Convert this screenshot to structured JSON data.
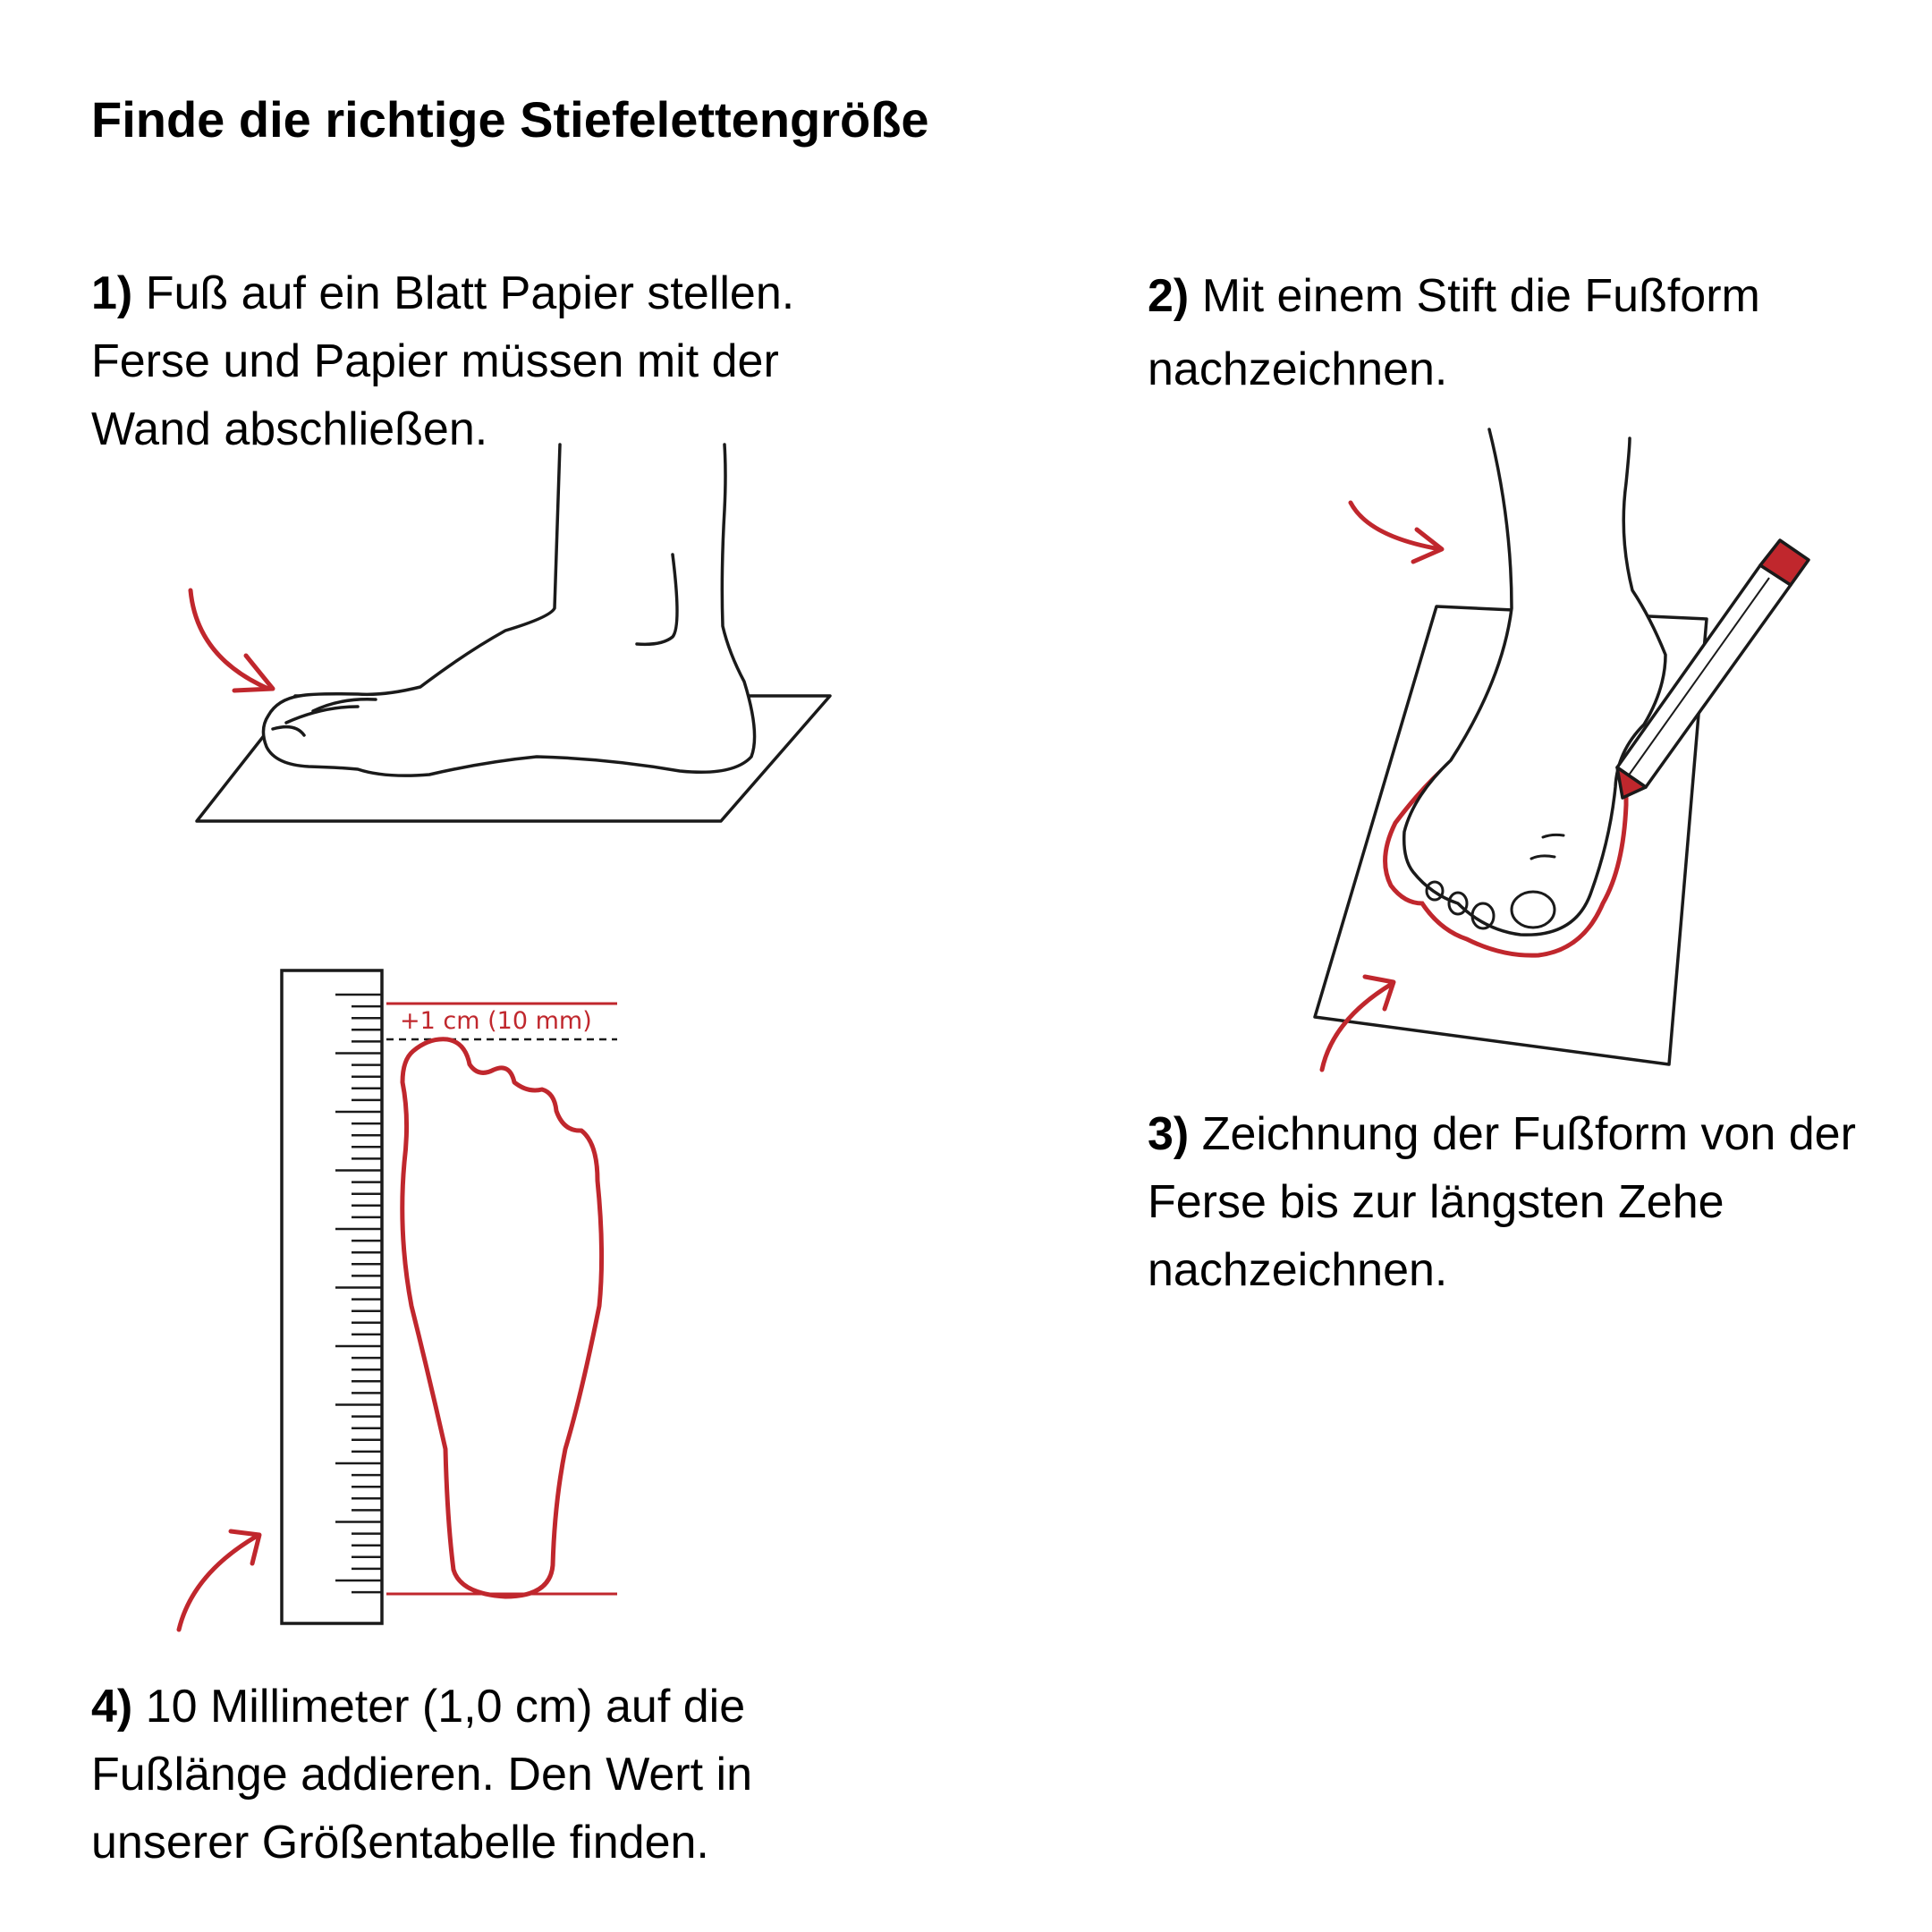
{
  "page": {
    "title": "Finde die richtige Stiefelettengröße"
  },
  "steps": [
    {
      "num": "1)",
      "text": " Fuß auf ein Blatt Papier stellen. Ferse und Papier müssen mit der Wand abschließen."
    },
    {
      "num": "2)",
      "text": " Mit einem Stift die Fußform nachzeichnen."
    },
    {
      "num": "3)",
      "text": " Zeichnung der Fußform von der Ferse bis zur längsten Zehe nachzeichnen."
    },
    {
      "num": "4)",
      "text": " 10 Millimeter (1,0 cm) auf die Fußlänge addieren. Den Wert in unserer Größentabelle finden."
    }
  ],
  "ruler": {
    "label": "+1 cm (10 mm)"
  },
  "colors": {
    "accent": "#c0272d",
    "line": "#1a1a1a"
  }
}
